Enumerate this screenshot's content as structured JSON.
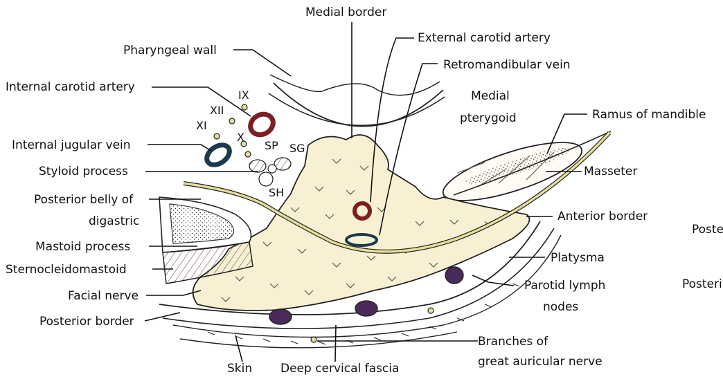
{
  "labels": {
    "medial_border": "Medial border",
    "external_carotid_artery": "External carotid artery",
    "pharyngeal_wall": "Pharyngeal wall",
    "retromandibular_vein": "Retromandibular vein",
    "internal_carotid_artery": "Internal carotid artery",
    "medial_pterygoid_line1": "Medial",
    "medial_pterygoid_line2": "pterygoid",
    "ramus_of_mandible": "Ramus of mandible",
    "internal_jugular_vein": "Internal jugular vein",
    "styloid_process": "Styloid process",
    "masseter": "Masseter",
    "posterior_belly_line1": "Posterior belly of",
    "posterior_belly_line2": "digastric",
    "anterior_border": "Anterior border",
    "mastoid_process": "Mastoid process",
    "sternocleidomastoid": "Sternocleidomastoid",
    "platysma": "Platysma",
    "facial_nerve": "Facial nerve",
    "parotid_lymph_line1": "Parotid lymph",
    "parotid_lymph_line2": "nodes",
    "posterior_border": "Posterior border",
    "branches_line1": "Branches of",
    "branches_line2": "great auricular nerve",
    "skin": "Skin",
    "deep_cervical_fascia": "Deep cervical fascia",
    "cranial_ix": "IX",
    "cranial_xii": "XII",
    "cranial_xi": "XI",
    "cranial_x": "X",
    "muscle_sp": "SP",
    "muscle_sg": "SG",
    "muscle_sh": "SH",
    "cut_right_1": "Poste",
    "cut_right_2": "Posteri"
  },
  "colors": {
    "gland_fill": "#f8f0d3",
    "artery": "#7a1f24",
    "vein": "#1c3a4e",
    "lymph_node": "#4a2a5a",
    "nerve_yellow": "#e6dc9c"
  }
}
